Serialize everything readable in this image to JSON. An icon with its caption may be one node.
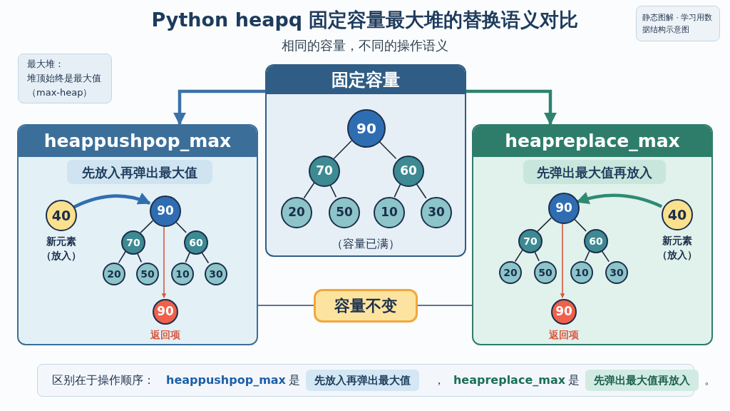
{
  "diagram": {
    "title": "Python heapq 固定容量最大堆的替换语义对比",
    "nodes": [
      {
        "text": [
          "固定容量",
          "（容量已满）"
        ]
      },
      {
        "text": [
          "90"
        ],
        "in": 0
      },
      {
        "text": [
          "70"
        ],
        "in": 0
      },
      {
        "text": [
          "60"
        ],
        "in": 0
      },
      {
        "text": [
          "20"
        ],
        "in": 0
      },
      {
        "text": [
          "50"
        ],
        "in": 0
      },
      {
        "text": [
          "10"
        ],
        "in": 0
      },
      {
        "text": [
          "30"
        ],
        "in": 0
      },
      {
        "text": [
          "heappushpop_max"
        ]
      },
      {
        "text": [
          "先放入再弹出最大值"
        ],
        "in": 8
      },
      {
        "text": [
          "40"
        ],
        "in": 8,
        "beside": [
          "新元素（放入）"
        ]
      },
      {
        "text": [
          "90"
        ],
        "in": 8
      },
      {
        "text": [
          "70"
        ],
        "in": 8
      },
      {
        "text": [
          "60"
        ],
        "in": 8
      },
      {
        "text": [
          "20"
        ],
        "in": 8
      },
      {
        "text": [
          "50"
        ],
        "in": 8
      },
      {
        "text": [
          "10"
        ],
        "in": 8
      },
      {
        "text": [
          "30"
        ],
        "in": 8
      },
      {
        "text": [
          "90"
        ],
        "in": 8,
        "beside": [
          "返回项"
        ]
      },
      {
        "text": [
          "heapreplace_max"
        ]
      },
      {
        "text": [
          "先弹出最大值再放入"
        ],
        "in": 19
      },
      {
        "text": [
          "40"
        ],
        "in": 19,
        "beside": [
          "新元素（放入）"
        ]
      },
      {
        "text": [
          "90"
        ],
        "in": 19
      },
      {
        "text": [
          "70"
        ],
        "in": 19
      },
      {
        "text": [
          "60"
        ],
        "in": 19
      },
      {
        "text": [
          "20"
        ],
        "in": 19
      },
      {
        "text": [
          "50"
        ],
        "in": 19
      },
      {
        "text": [
          "10"
        ],
        "in": 19
      },
      {
        "text": [
          "30"
        ],
        "in": 19
      },
      {
        "text": [
          "90"
        ],
        "in": 19,
        "beside": [
          "返回项"
        ]
      },
      {
        "text": [
          "容量不变"
        ]
      },
      {
        "text": [
          "最大堆：",
          "堆顶始终是最大值（max-heap）"
        ]
      },
      {
        "text": [
          "静态图解 · 学习用数据结构示意图"
        ]
      },
      {
        "text": [
          "区别在于操作顺序：",
          "heappushpop_max",
          "是",
          "，",
          "heapreplace_max",
          "是",
          "。"
        ]
      },
      {
        "text": [
          "先放入再弹出最大值"
        ],
        "in": 33
      },
      {
        "text": [
          "先弹出最大值再放入"
        ],
        "in": 33
      }
    ],
    "edges": [
      {
        "from": 0,
        "to": 8,
        "arrow": "to",
        "style": "thick",
        "color": "#3b72a8"
      },
      {
        "from": 0,
        "to": 19,
        "arrow": "to",
        "style": "thick",
        "color": "#2e8270"
      },
      {
        "from": 1,
        "to": 2,
        "arrow": "none"
      },
      {
        "from": 1,
        "to": 3,
        "arrow": "none"
      },
      {
        "from": 2,
        "to": 4,
        "arrow": "none"
      },
      {
        "from": 2,
        "to": 5,
        "arrow": "none"
      },
      {
        "from": 3,
        "to": 6,
        "arrow": "none"
      },
      {
        "from": 3,
        "to": 7,
        "arrow": "none"
      },
      {
        "from": 10,
        "to": 11,
        "arrow": "to",
        "style": "thick",
        "color": "#2f6fb0"
      },
      {
        "from": 11,
        "to": 12,
        "arrow": "none"
      },
      {
        "from": 11,
        "to": 13,
        "arrow": "none"
      },
      {
        "from": 12,
        "to": 14,
        "arrow": "none"
      },
      {
        "from": 12,
        "to": 15,
        "arrow": "none"
      },
      {
        "from": 13,
        "to": 16,
        "arrow": "none"
      },
      {
        "from": 13,
        "to": 17,
        "arrow": "none"
      },
      {
        "from": 11,
        "to": 18,
        "arrow": "to",
        "color": "#d9573f"
      },
      {
        "from": 21,
        "to": 22,
        "arrow": "to",
        "style": "thick",
        "color": "#2f8a72"
      },
      {
        "from": 22,
        "to": 23,
        "arrow": "none"
      },
      {
        "from": 22,
        "to": 24,
        "arrow": "none"
      },
      {
        "from": 23,
        "to": 25,
        "arrow": "none"
      },
      {
        "from": 23,
        "to": 26,
        "arrow": "none"
      },
      {
        "from": 24,
        "to": 27,
        "arrow": "none"
      },
      {
        "from": 24,
        "to": 28,
        "arrow": "none"
      },
      {
        "from": 22,
        "to": 29,
        "arrow": "to",
        "color": "#d9573f"
      },
      {
        "from": 8,
        "to": 30,
        "arrow": "none",
        "color": "#2c4a6b"
      },
      {
        "from": 30,
        "to": 19,
        "arrow": "none",
        "color": "#2c4a6b"
      }
    ],
    "labels": [
      "相同的容量，不同的操作语义"
    ]
  }
}
